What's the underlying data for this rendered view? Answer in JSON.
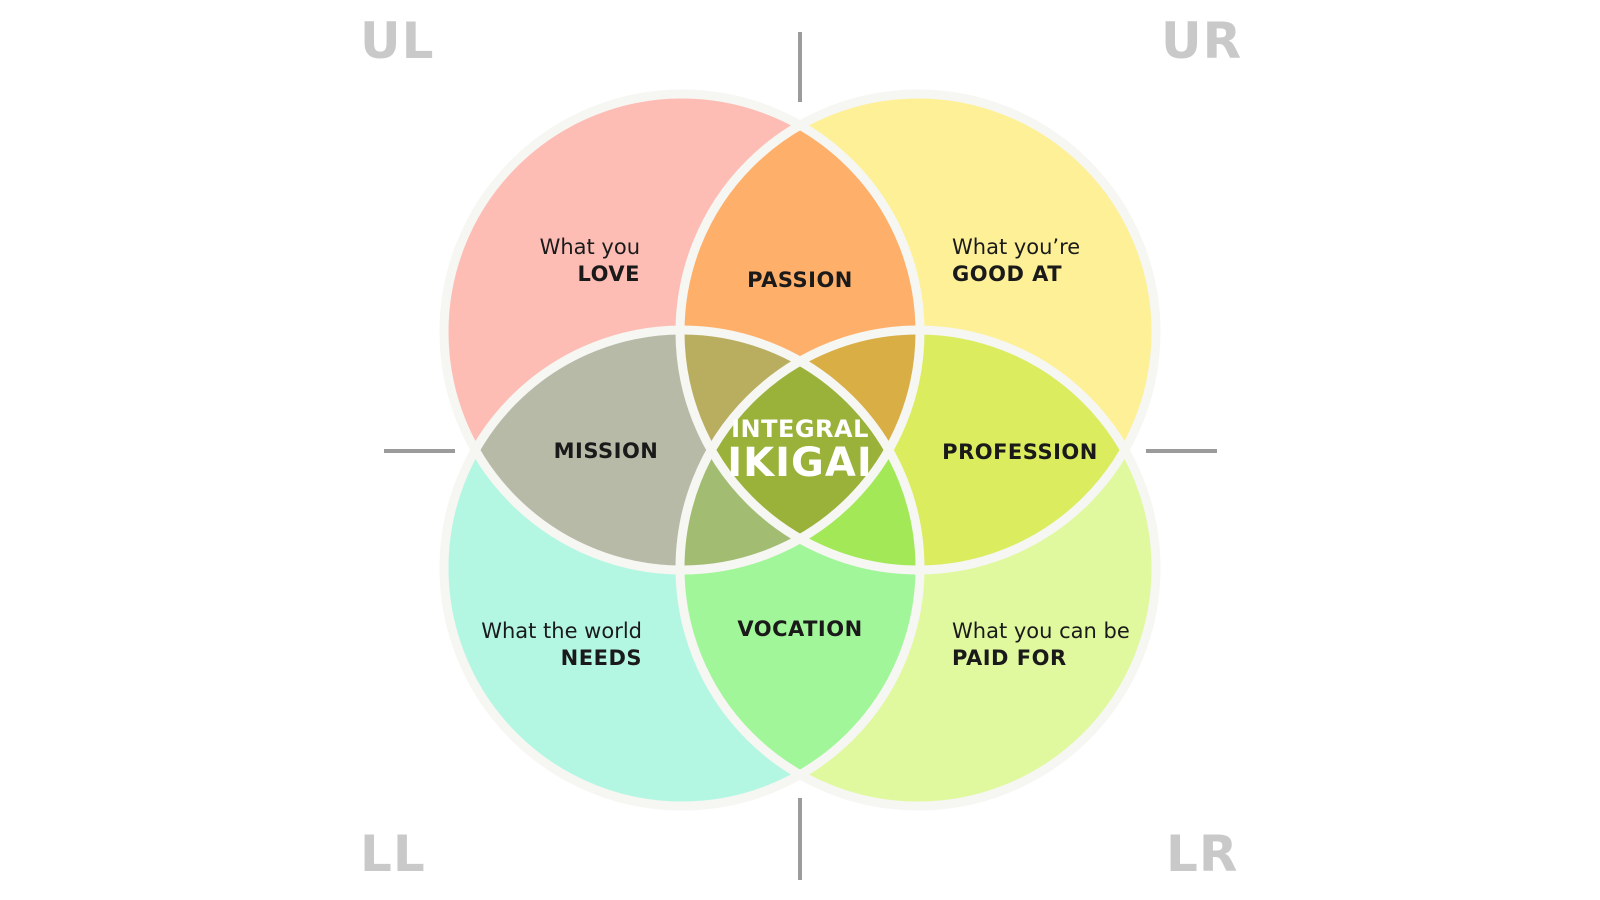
{
  "quadrants": {
    "ul": "UL",
    "ur": "UR",
    "ll": "LL",
    "lr": "LR"
  },
  "circles": {
    "love": {
      "line1": "What you",
      "line2": "LOVE",
      "color": "#fdbdb4"
    },
    "good_at": {
      "line1": "What you’re",
      "line2": "GOOD AT",
      "color": "#fef096"
    },
    "needs": {
      "line1": "What the world",
      "line2": "NEEDS",
      "color": "#b3f7e3"
    },
    "paid_for": {
      "line1": "What you can be",
      "line2": "PAID FOR",
      "color": "#e0f99e"
    }
  },
  "overlaps": {
    "passion": {
      "label": "PASSION",
      "color": "#feb06a"
    },
    "mission": {
      "label": "MISSION",
      "color": "#b8baa8"
    },
    "profession": {
      "label": "PROFESSION",
      "color": "#dbec5e"
    },
    "vocation": {
      "label": "VOCATION",
      "color": "#a2f69a"
    }
  },
  "triple_overlaps": {
    "upper_left": {
      "color": "#b9ad60"
    },
    "upper_right": {
      "color": "#d8ae45"
    },
    "lower_left": {
      "color": "#a2bc72"
    },
    "lower_right": {
      "color": "#a2e857"
    }
  },
  "center": {
    "line1": "INTEGRAL",
    "line2": "IKIGAI",
    "color": "#9ab23a"
  },
  "colors": {
    "outline": "#f6f6f2",
    "axis": "#9b9b9b",
    "quadrant_label": "#c9c9c9"
  }
}
